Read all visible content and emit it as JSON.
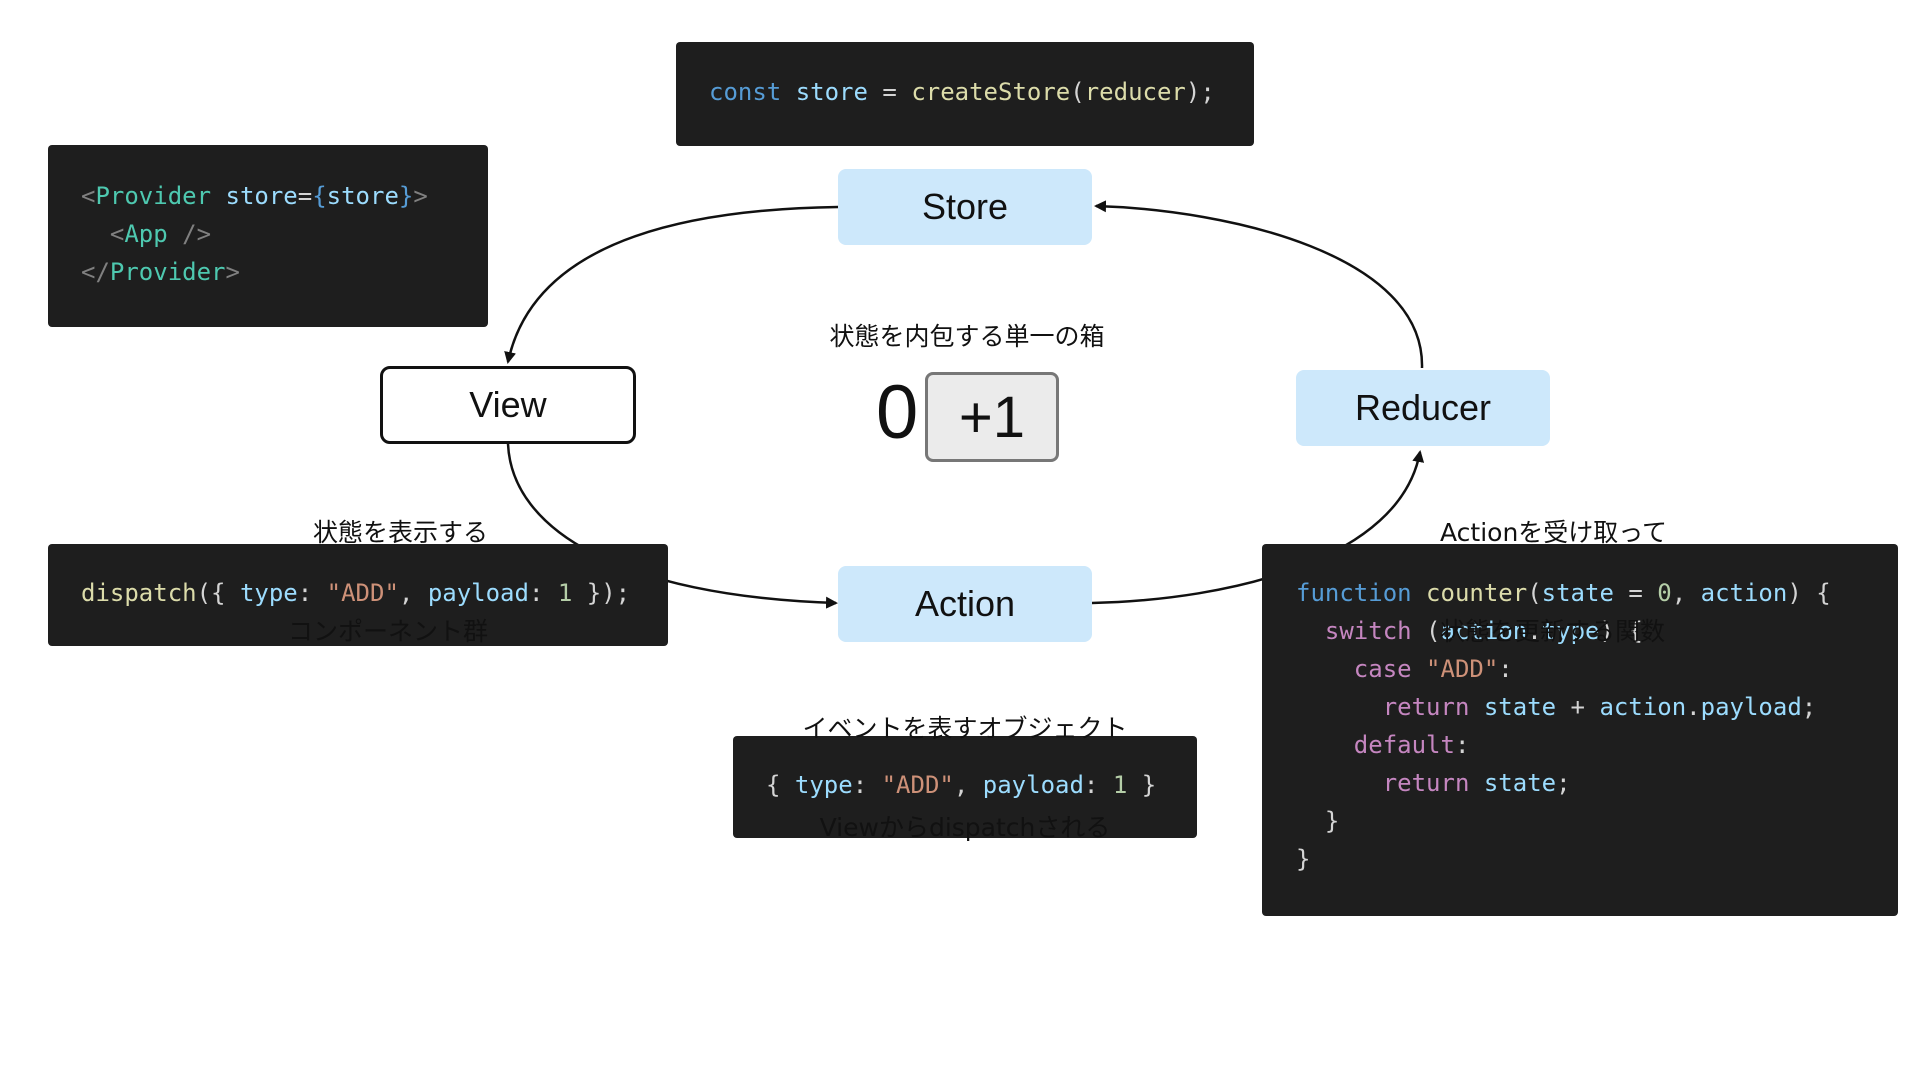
{
  "store_code": {
    "kw": "const",
    "name": "store",
    "eq": " = ",
    "fn": "createStore",
    "open": "(",
    "arg": "reducer",
    "close": ");"
  },
  "provider_code": {
    "l1": {
      "lt": "<",
      "tag": "Provider",
      "sp": " ",
      "attr": "store",
      "eq": "=",
      "lb": "{",
      "val": "store",
      "rb": "}",
      "gt": ">"
    },
    "l2": {
      "indent": "  ",
      "lt": "<",
      "tag": "App",
      "end": " />"
    },
    "l3": {
      "lt": "</",
      "tag": "Provider",
      "gt": ">"
    }
  },
  "dispatch_code": {
    "fn": "dispatch",
    "open": "({ ",
    "k1": "type",
    "c1": ": ",
    "s1": "\"ADD\"",
    "comma": ", ",
    "k2": "payload",
    "c2": ": ",
    "n1": "1",
    "close": " });"
  },
  "action_code": {
    "open": "{ ",
    "k1": "type",
    "c1": ": ",
    "s1": "\"ADD\"",
    "comma": ", ",
    "k2": "payload",
    "c2": ": ",
    "n1": "1",
    "close": " }"
  },
  "reducer_code": {
    "l1": {
      "kw": "function",
      "sp": " ",
      "fn": "counter",
      "open": "(",
      "p1": "state",
      "eq": " = ",
      "n0": "0",
      "comma": ", ",
      "p2": "action",
      "close": ") {"
    },
    "l2": {
      "indent": "  ",
      "kw": "switch",
      "open": " (",
      "obj": "action",
      "dot": ".",
      "prop": "type",
      "close": ") {"
    },
    "l3": {
      "indent": "    ",
      "kw": "case",
      "sp": " ",
      "str": "\"ADD\"",
      "colon": ":"
    },
    "l4": {
      "indent": "      ",
      "kw": "return",
      "sp": " ",
      "v1": "state",
      "op": " + ",
      "obj": "action",
      "dot": ".",
      "prop": "payload",
      "semi": ";"
    },
    "l5": {
      "indent": "    ",
      "kw": "default",
      "colon": ":"
    },
    "l6": {
      "indent": "      ",
      "kw": "return",
      "sp": " ",
      "v1": "state",
      "semi": ";"
    },
    "l7": {
      "text": "  }"
    },
    "l8": {
      "text": "}"
    }
  },
  "nodes": {
    "store": "Store",
    "view": "View",
    "reducer": "Reducer",
    "action": "Action"
  },
  "captions": {
    "store": "状態を内包する単一の箱",
    "view": [
      "状態を表示する",
      "コンポーネント群"
    ],
    "reducer": [
      "Actionを受け取って",
      "状態を更新する関数"
    ],
    "action": [
      "イベントを表すオブジェクト",
      "Viewからdispatchされる"
    ]
  },
  "counter": {
    "value": "0",
    "button_label": "+1"
  }
}
